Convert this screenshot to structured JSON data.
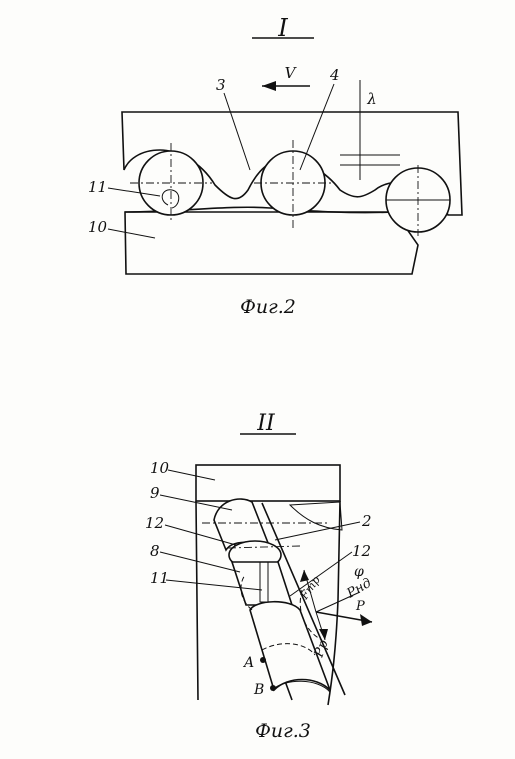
{
  "figure1": {
    "section_label": "I",
    "caption": "Фиг.2",
    "labels": {
      "velocity": "V",
      "lambda": "λ",
      "part3": "3",
      "part4": "4",
      "part11": "11",
      "part10": "10"
    }
  },
  "figure2": {
    "section_label": "II",
    "caption": "Фиг.3",
    "labels": {
      "part10": "10",
      "part9": "9",
      "part12a": "12",
      "part2": "2",
      "part8": "8",
      "part12b": "12",
      "part11": "11",
      "phi": "φ",
      "ftr": "Fтр",
      "pnd": "Pнд",
      "p": "P",
      "pp": "Pр",
      "pointA": "A",
      "pointB": "B"
    }
  }
}
